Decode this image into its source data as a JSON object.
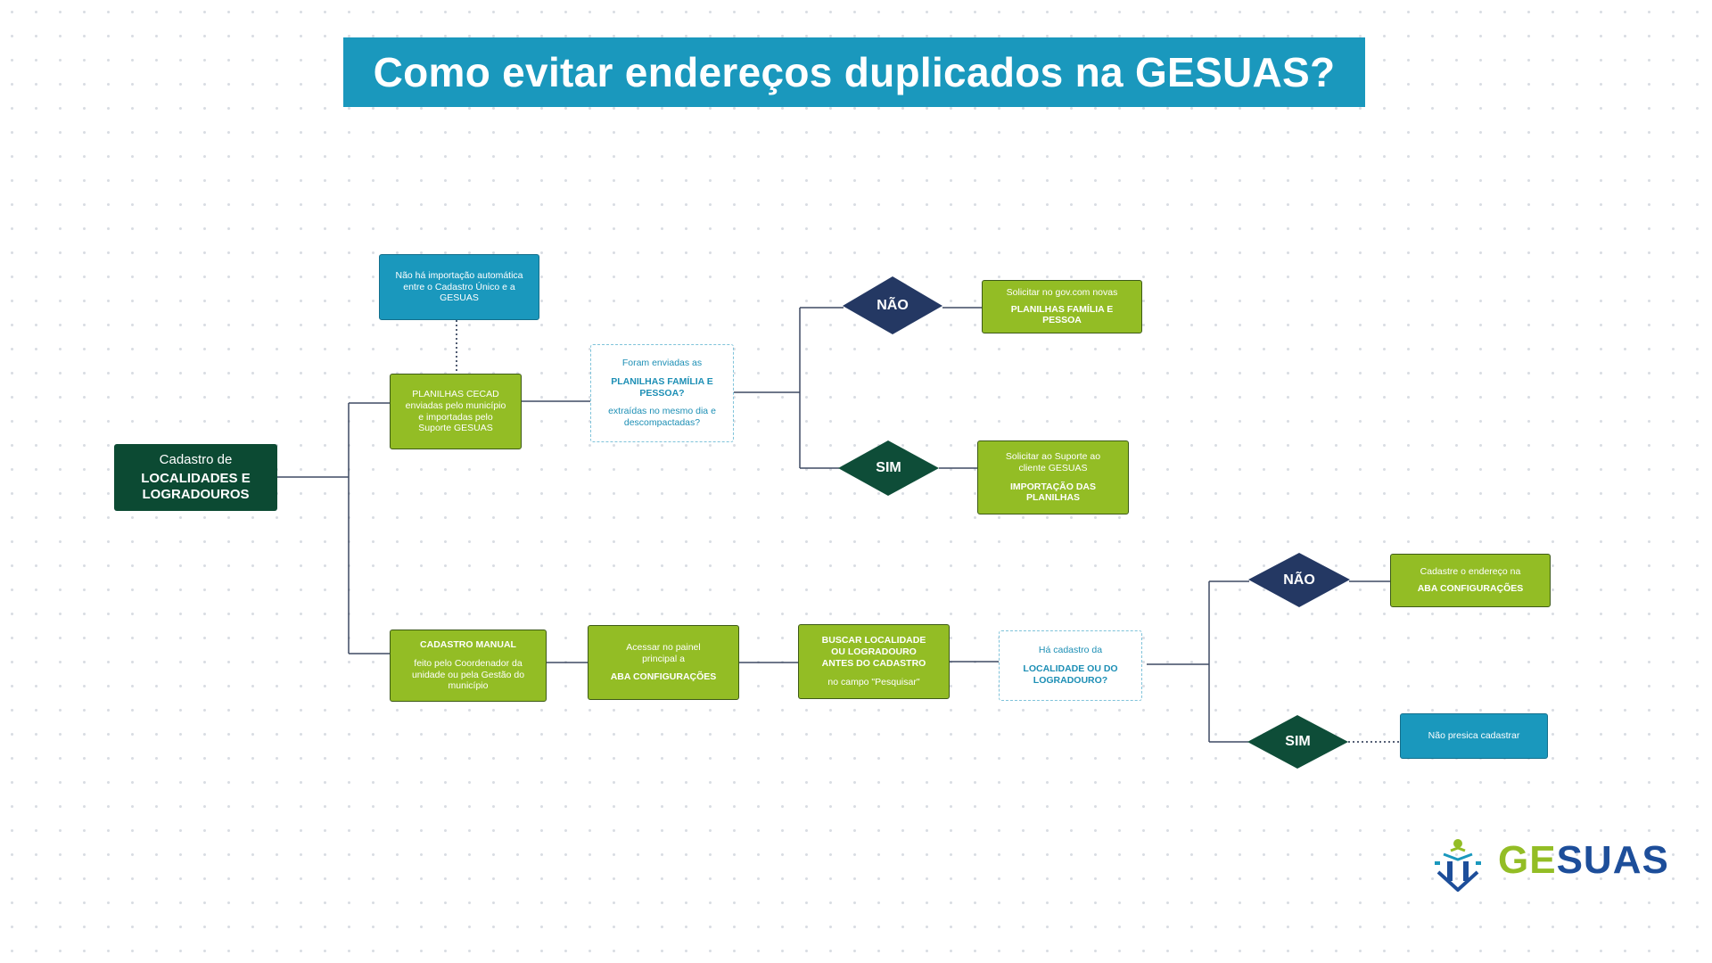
{
  "title": "Como evitar endereços duplicados na GESUAS?",
  "nodes": {
    "root": {
      "line1": "Cadastro de",
      "line2": "LOCALIDADES E LOGRADOUROS"
    },
    "no_auto_import": {
      "text": "Não há importação automática entre o Cadastro Único e a GESUAS"
    },
    "planilhas_cecad": {
      "text": "PLANILHAS CECAD enviadas pelo município e importadas pelo Suporte GESUAS"
    },
    "question_planilhas": {
      "line1": "Foram enviadas as",
      "line2": "PLANILHAS FAMÍLIA E PESSOA?",
      "line3": "extraídas no mesmo dia e descompactadas?"
    },
    "decision1_no": {
      "label": "NÃO"
    },
    "decision1_yes": {
      "label": "SIM"
    },
    "solicitar_gov": {
      "line1": "Solicitar no gov.com novas",
      "line2": "PLANILHAS FAMÍLIA E PESSOA"
    },
    "solicitar_suporte": {
      "line1": "Solicitar ao Suporte ao cliente GESUAS",
      "line2": "IMPORTAÇÃO DAS PLANILHAS"
    },
    "cadastro_manual": {
      "line1": "CADASTRO MANUAL",
      "line2": "feito pelo Coordenador da unidade ou pela Gestão do município"
    },
    "acessar_painel": {
      "line1": "Acessar no painel principal a",
      "line2": "ABA CONFIGURAÇÕES"
    },
    "buscar": {
      "line1": "BUSCAR LOCALIDADE OU LOGRADOURO ANTES DO CADASTRO",
      "line2": "no campo \"Pesquisar\""
    },
    "question_cadastro": {
      "line1": "Há cadastro da",
      "line2": "LOCALIDADE OU DO LOGRADOURO?"
    },
    "decision2_no": {
      "label": "NÃO"
    },
    "decision2_yes": {
      "label": "SIM"
    },
    "cadastre_endereco": {
      "line1": "Cadastre o endereço na",
      "line2": "ABA CONFIGURAÇÕES"
    },
    "nao_precisa": {
      "text": "Não presica cadastrar"
    }
  },
  "logo": {
    "part1": "GE",
    "part2": "SUAS"
  },
  "colors": {
    "teal": "#1a98bd",
    "green": "#93bd25",
    "dark_green": "#0c4a33",
    "navy": "#243863",
    "decision_yes": "#0e4d38",
    "line": "#3e4a63"
  }
}
